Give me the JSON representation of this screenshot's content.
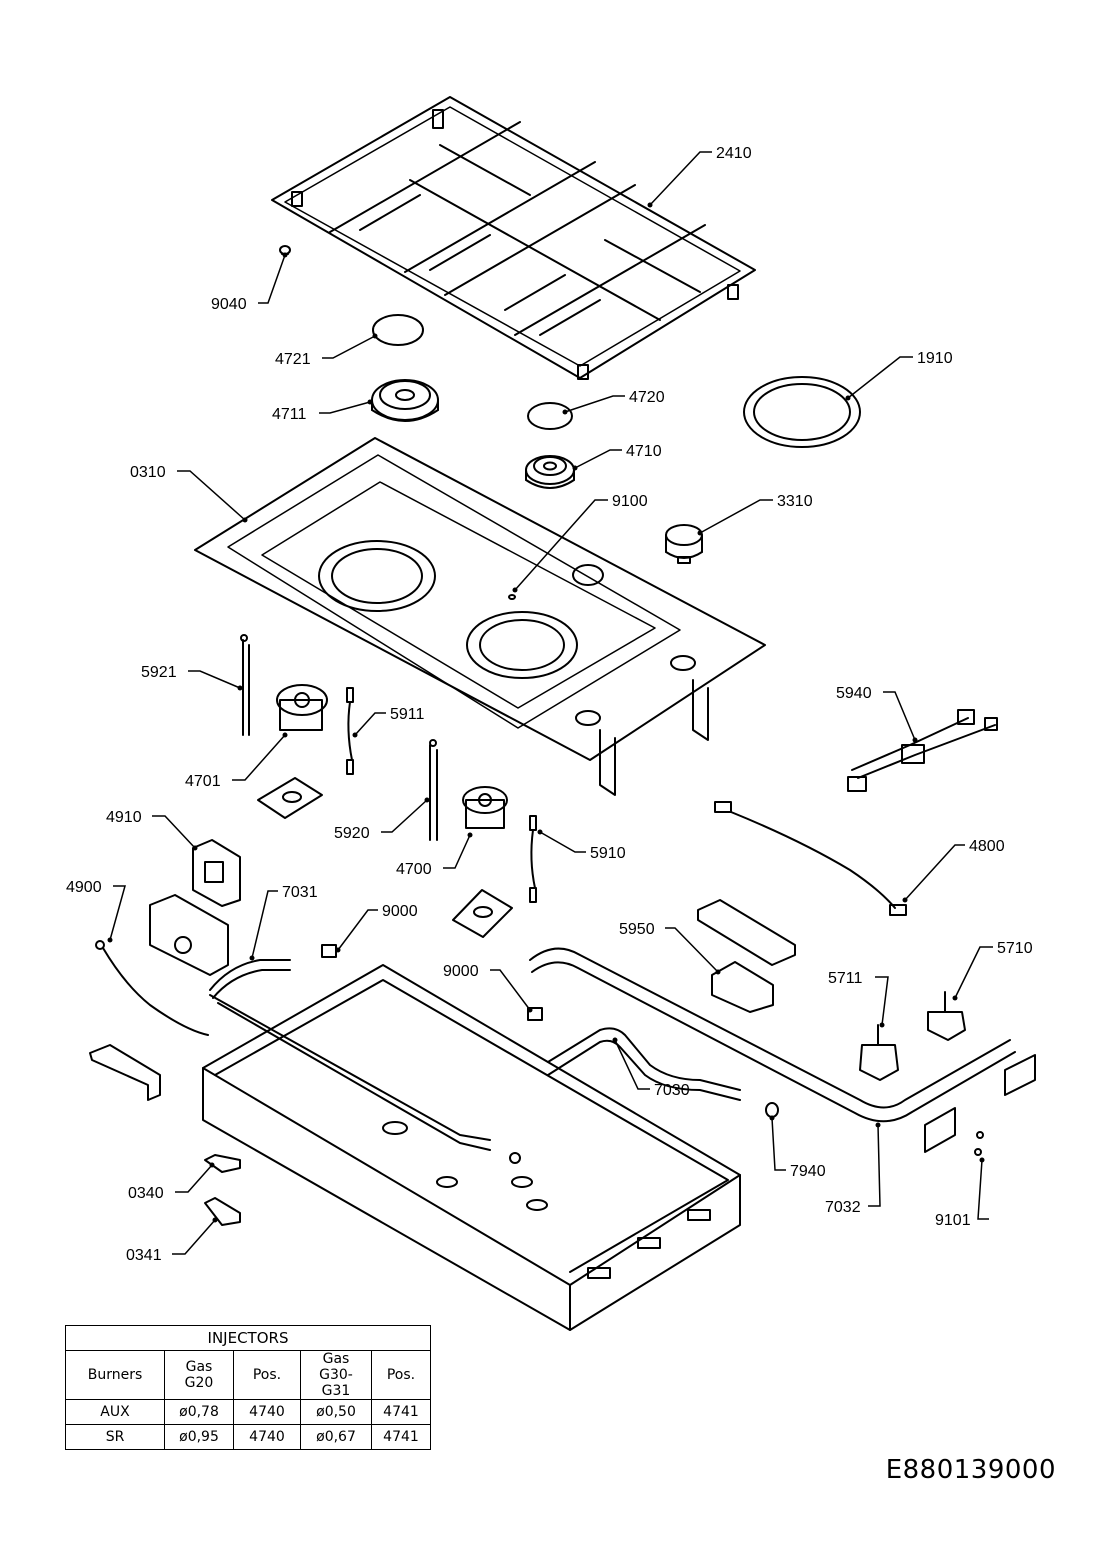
{
  "callouts": [
    {
      "label": "2410"
    },
    {
      "label": "9040"
    },
    {
      "label": "4721"
    },
    {
      "label": "1910"
    },
    {
      "label": "4711"
    },
    {
      "label": "4720"
    },
    {
      "label": "4710"
    },
    {
      "label": "0310"
    },
    {
      "label": "9100"
    },
    {
      "label": "3310"
    },
    {
      "label": "5921"
    },
    {
      "label": "5940"
    },
    {
      "label": "5911"
    },
    {
      "label": "4701"
    },
    {
      "label": "4910"
    },
    {
      "label": "5920"
    },
    {
      "label": "5910"
    },
    {
      "label": "4800"
    },
    {
      "label": "4700"
    },
    {
      "label": "4900"
    },
    {
      "label": "7031"
    },
    {
      "label": "9000"
    },
    {
      "label": "5950"
    },
    {
      "label": "5710"
    },
    {
      "label": "9000"
    },
    {
      "label": "5711"
    },
    {
      "label": "7030"
    },
    {
      "label": "7940"
    },
    {
      "label": "0340"
    },
    {
      "label": "7032"
    },
    {
      "label": "9101"
    },
    {
      "label": "0341"
    }
  ],
  "injectors_table": {
    "title": "INJECTORS",
    "headers": {
      "burners": "Burners",
      "gas_g20_line1": "Gas",
      "gas_g20_line2": "G20",
      "pos1": "Pos.",
      "gas_g30_line1": "Gas",
      "gas_g30_line2": "G30-G31",
      "pos2": "Pos."
    },
    "rows": [
      {
        "burner": "AUX",
        "g20": "ø0,78",
        "pos1": "4740",
        "g30": "ø0,50",
        "pos2": "4741"
      },
      {
        "burner": "SR",
        "g20": "ø0,95",
        "pos1": "4740",
        "g30": "ø0,67",
        "pos2": "4741"
      }
    ]
  },
  "drawing_code": "E880139000"
}
